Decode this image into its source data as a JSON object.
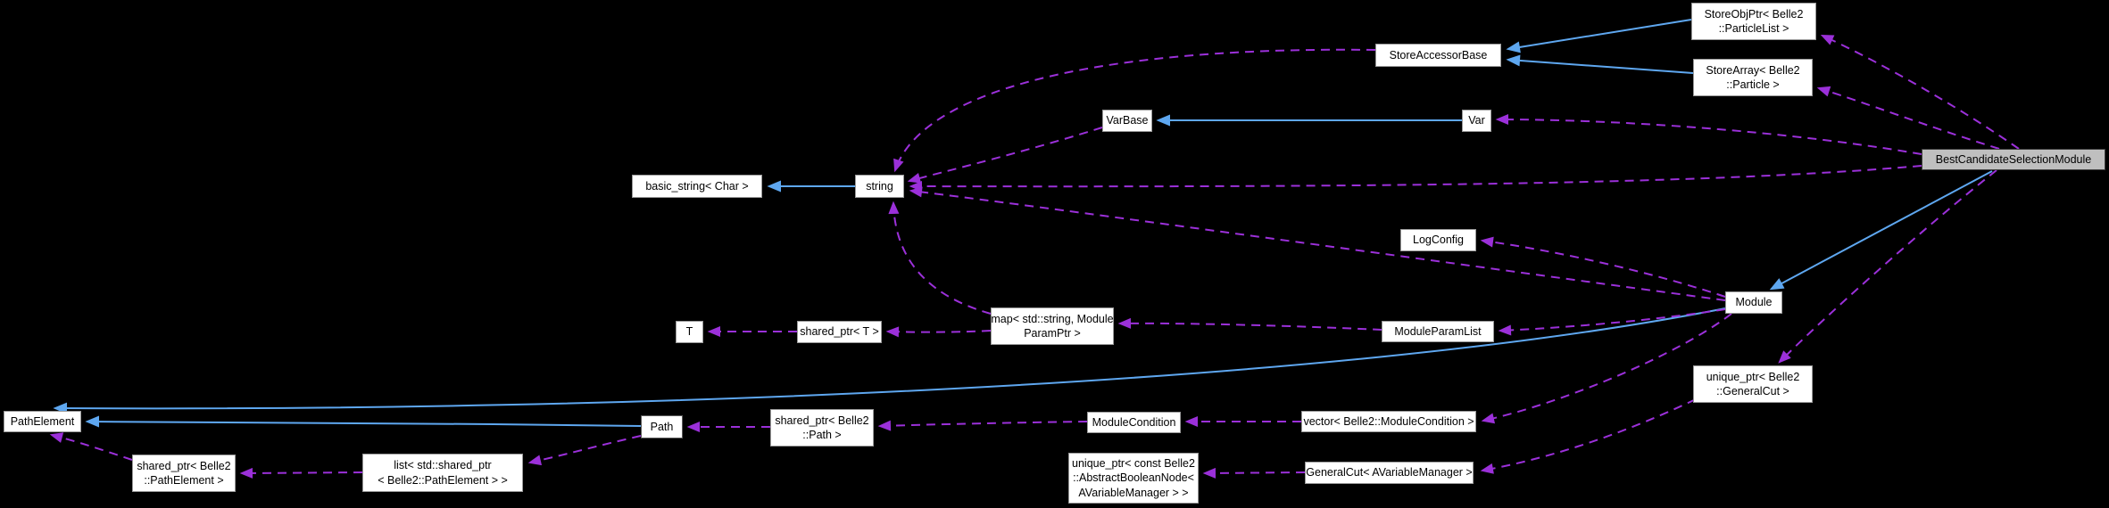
{
  "diagram": {
    "title": "BestCandidateSelectionModule collaboration graph",
    "background_color": "#000000",
    "inheritance_arrow_color": "#5ea7f0",
    "usage_arrow_color": "#9b30d9",
    "highlight_fill_color": "#bfbfbf",
    "node_fill_color": "#ffffff",
    "node_border_color": "#9a9a9a",
    "nodes": {
      "store_obj_ptr": {
        "lines": [
          "StoreObjPtr< Belle2",
          "::ParticleList >"
        ]
      },
      "store_array": {
        "lines": [
          "StoreArray< Belle2",
          "::Particle >"
        ]
      },
      "store_accessor_base": {
        "lines": [
          "StoreAccessorBase"
        ]
      },
      "var_base": {
        "lines": [
          "VarBase"
        ]
      },
      "var": {
        "lines": [
          "Var"
        ]
      },
      "basic_string": {
        "lines": [
          "basic_string< Char >"
        ]
      },
      "string": {
        "lines": [
          "string"
        ]
      },
      "log_config": {
        "lines": [
          "LogConfig"
        ]
      },
      "module": {
        "lines": [
          "Module"
        ]
      },
      "t": {
        "lines": [
          "T"
        ]
      },
      "shared_ptr_t": {
        "lines": [
          "shared_ptr< T >"
        ]
      },
      "map_module_param": {
        "lines": [
          "map< std::string, Module",
          "ParamPtr >"
        ]
      },
      "module_param_list": {
        "lines": [
          "ModuleParamList"
        ]
      },
      "unique_ptr_general_cut": {
        "lines": [
          "unique_ptr< Belle2",
          "::GeneralCut >"
        ]
      },
      "best_candidate": {
        "lines": [
          "BestCandidateSelectionModule"
        ]
      },
      "path_element": {
        "lines": [
          "PathElement"
        ]
      },
      "shared_ptr_path_element": {
        "lines": [
          "shared_ptr< Belle2",
          "::PathElement >"
        ]
      },
      "list_shared_ptr": {
        "lines": [
          "list< std::shared_ptr",
          "< Belle2::PathElement > >"
        ]
      },
      "path": {
        "lines": [
          "Path"
        ]
      },
      "shared_ptr_path": {
        "lines": [
          "shared_ptr< Belle2",
          "::Path >"
        ]
      },
      "module_condition": {
        "lines": [
          "ModuleCondition"
        ]
      },
      "vector_module_condition": {
        "lines": [
          "vector< Belle2::ModuleCondition >"
        ]
      },
      "unique_ptr_abstract_node": {
        "lines": [
          "unique_ptr< const Belle2",
          "::AbstractBooleanNode<",
          "AVariableManager > >"
        ]
      },
      "general_cut": {
        "lines": [
          "GeneralCut< AVariableManager >"
        ]
      }
    },
    "edges": [
      {
        "from": "StoreObjPtr< Belle2::ParticleList >",
        "to": "StoreAccessorBase",
        "type": "inheritance"
      },
      {
        "from": "StoreArray< Belle2::Particle >",
        "to": "StoreAccessorBase",
        "type": "inheritance"
      },
      {
        "from": "Var",
        "to": "VarBase",
        "type": "inheritance"
      },
      {
        "from": "string",
        "to": "basic_string< Char >",
        "type": "inheritance"
      },
      {
        "from": "BestCandidateSelectionModule",
        "to": "Module",
        "type": "inheritance"
      },
      {
        "from": "Module",
        "to": "PathElement",
        "type": "inheritance"
      },
      {
        "from": "Path",
        "to": "PathElement",
        "type": "inheritance"
      },
      {
        "from": "BestCandidateSelectionModule",
        "to": "StoreObjPtr< Belle2::ParticleList >",
        "type": "usage"
      },
      {
        "from": "BestCandidateSelectionModule",
        "to": "StoreArray< Belle2::Particle >",
        "type": "usage"
      },
      {
        "from": "BestCandidateSelectionModule",
        "to": "Var",
        "type": "usage"
      },
      {
        "from": "BestCandidateSelectionModule",
        "to": "string",
        "type": "usage"
      },
      {
        "from": "BestCandidateSelectionModule",
        "to": "unique_ptr< Belle2::GeneralCut >",
        "type": "usage"
      },
      {
        "from": "StoreAccessorBase",
        "to": "string",
        "type": "usage"
      },
      {
        "from": "VarBase",
        "to": "string",
        "type": "usage"
      },
      {
        "from": "Module",
        "to": "string",
        "type": "usage"
      },
      {
        "from": "Module",
        "to": "LogConfig",
        "type": "usage"
      },
      {
        "from": "Module",
        "to": "ModuleParamList",
        "type": "usage"
      },
      {
        "from": "Module",
        "to": "vector< Belle2::ModuleCondition >",
        "type": "usage"
      },
      {
        "from": "ModuleParamList",
        "to": "map< std::string, ModuleParamPtr >",
        "type": "usage"
      },
      {
        "from": "map< std::string, ModuleParamPtr >",
        "to": "shared_ptr< T >",
        "type": "usage"
      },
      {
        "from": "map< std::string, ModuleParamPtr >",
        "to": "string",
        "type": "usage"
      },
      {
        "from": "shared_ptr< T >",
        "to": "T",
        "type": "usage"
      },
      {
        "from": "vector< Belle2::ModuleCondition >",
        "to": "ModuleCondition",
        "type": "usage"
      },
      {
        "from": "ModuleCondition",
        "to": "shared_ptr< Belle2::Path >",
        "type": "usage"
      },
      {
        "from": "shared_ptr< Belle2::Path >",
        "to": "Path",
        "type": "usage"
      },
      {
        "from": "Path",
        "to": "list< std::shared_ptr< Belle2::PathElement > >",
        "type": "usage"
      },
      {
        "from": "list< std::shared_ptr< Belle2::PathElement > >",
        "to": "shared_ptr< Belle2::PathElement >",
        "type": "usage"
      },
      {
        "from": "shared_ptr< Belle2::PathElement >",
        "to": "PathElement",
        "type": "usage"
      },
      {
        "from": "GeneralCut< AVariableManager >",
        "to": "unique_ptr< const Belle2::AbstractBooleanNode< AVariableManager > >",
        "type": "usage"
      },
      {
        "from": "unique_ptr< Belle2::GeneralCut >",
        "to": "GeneralCut< AVariableManager >",
        "type": "usage"
      }
    ]
  }
}
